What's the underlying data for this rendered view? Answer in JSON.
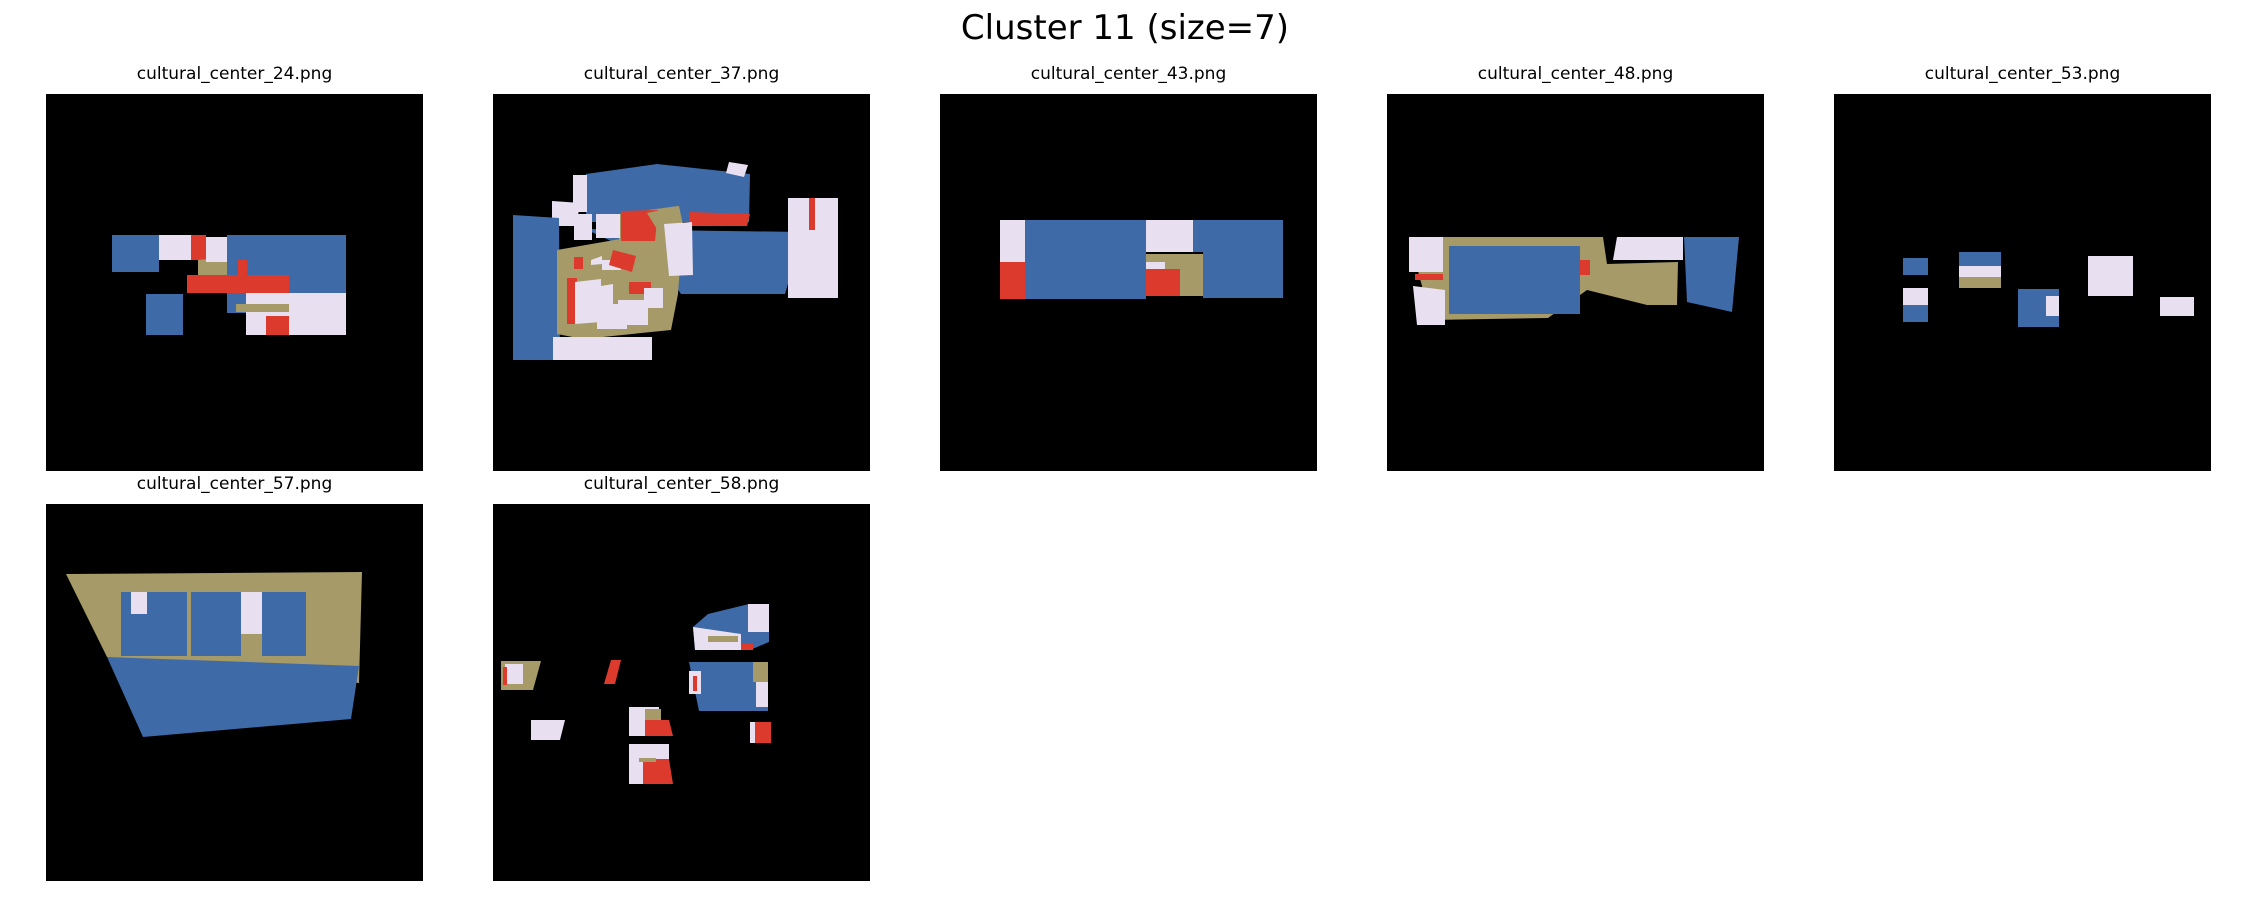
{
  "title": "Cluster 11 (size=7)",
  "colors": {
    "background": "#000000",
    "blue": "#3f6aa8",
    "lavender": "#e8e0f0",
    "red": "#dc3a2c",
    "khaki": "#a59a68"
  },
  "panels": [
    {
      "filename": "cultural_center_24.png"
    },
    {
      "filename": "cultural_center_37.png"
    },
    {
      "filename": "cultural_center_43.png"
    },
    {
      "filename": "cultural_center_48.png"
    },
    {
      "filename": "cultural_center_53.png"
    },
    {
      "filename": "cultural_center_57.png"
    },
    {
      "filename": "cultural_center_58.png"
    }
  ]
}
